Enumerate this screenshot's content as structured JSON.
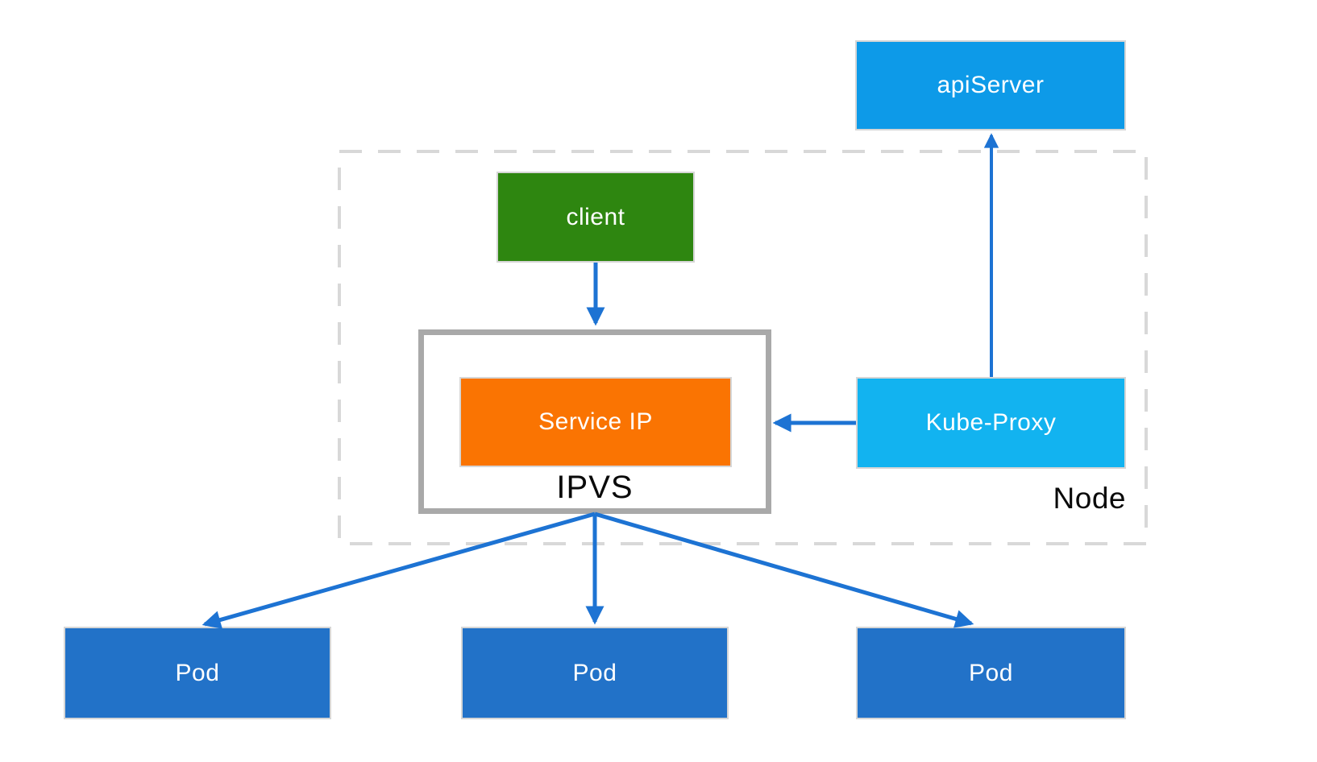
{
  "diagram": {
    "nodes": {
      "apiserver": {
        "label": "apiServer",
        "color": "#0d9ae8",
        "text_color": "#ffffff"
      },
      "client": {
        "label": "client",
        "color": "#2e8610",
        "text_color": "#ffffff"
      },
      "service_ip": {
        "label": "Service IP",
        "color": "#fa7402",
        "text_color": "#ffffff"
      },
      "ipvs": {
        "label": "IPVS",
        "text_color": "#0a0a0a"
      },
      "kube_proxy": {
        "label": "Kube-Proxy",
        "color": "#12b3f0",
        "text_color": "#ffffff"
      },
      "node": {
        "label": "Node",
        "text_color": "#0a0a0a"
      },
      "pod1": {
        "label": "Pod",
        "color": "#2272c8",
        "text_color": "#ffffff"
      },
      "pod2": {
        "label": "Pod",
        "color": "#2272c8",
        "text_color": "#ffffff"
      },
      "pod3": {
        "label": "Pod",
        "color": "#2272c8",
        "text_color": "#ffffff"
      }
    },
    "edges": [
      {
        "from": "client",
        "to": "ipvs"
      },
      {
        "from": "kube_proxy",
        "to": "service_ip"
      },
      {
        "from": "kube_proxy",
        "to": "apiserver"
      },
      {
        "from": "ipvs",
        "to": "pod1"
      },
      {
        "from": "ipvs",
        "to": "pod2"
      },
      {
        "from": "ipvs",
        "to": "pod3"
      }
    ],
    "colors": {
      "arrow": "#1d73d3",
      "ipvs_border": "#a9a9a9",
      "node_border": "#d8d8d8",
      "background": "#ffffff"
    }
  }
}
